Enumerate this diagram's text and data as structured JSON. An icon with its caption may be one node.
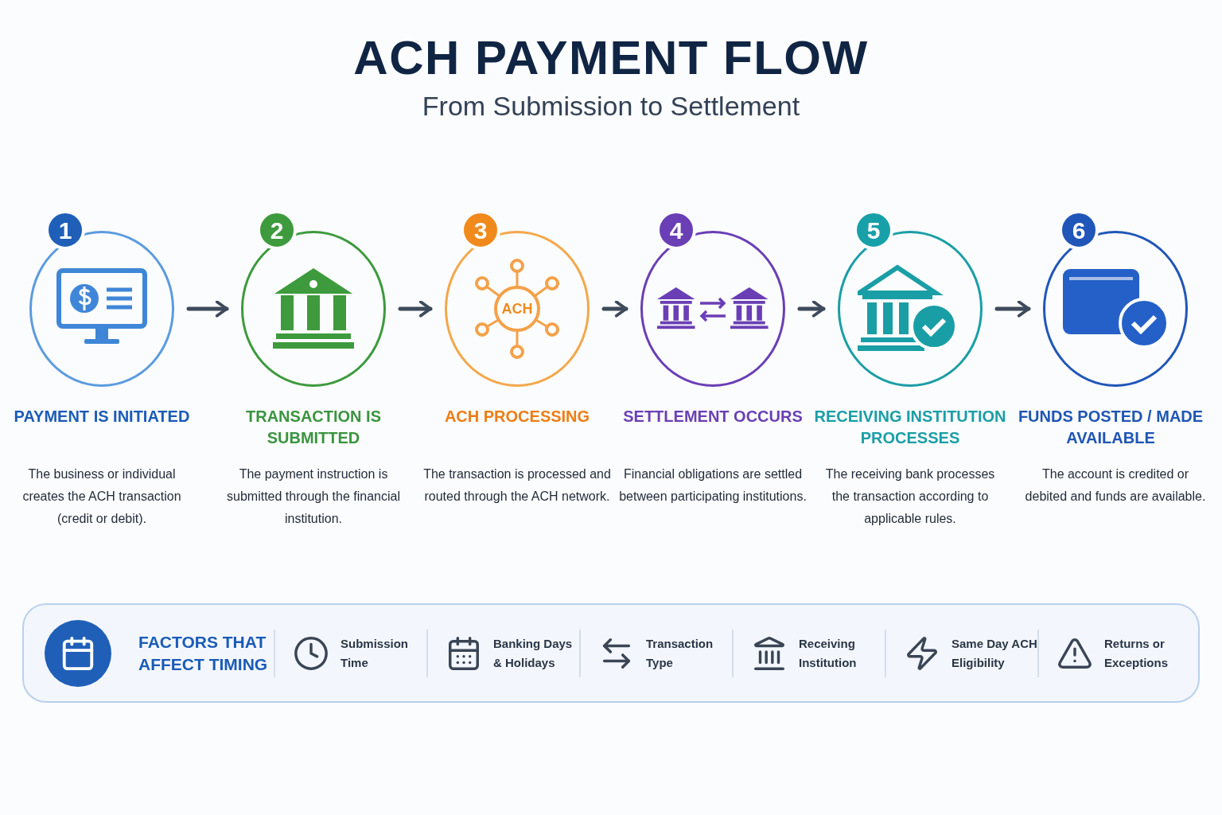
{
  "diagram": {
    "title": "ACH PAYMENT FLOW",
    "caption": "From Submission to Settlement",
    "nodes": [
      {
        "text": [
          "1",
          "PAYMENT IS INITIATED",
          "The business or individual creates the ACH transaction (credit or debit)."
        ]
      },
      {
        "text": [
          "2",
          "TRANSACTION IS SUBMITTED",
          "The payment instruction is submitted through the financial institution."
        ]
      },
      {
        "text": [
          "3",
          "ACH PROCESSING",
          "The transaction is processed and routed through the ACH network."
        ]
      },
      {
        "text": [
          "4",
          "SETTLEMENT OCCURS",
          "Financial obligations are settled between participating institutions."
        ]
      },
      {
        "text": [
          "5",
          "RECEIVING INSTITUTION PROCESSES",
          "The receiving bank processes the transaction according to applicable rules."
        ]
      },
      {
        "text": [
          "6",
          "FUNDS POSTED / MADE AVAILABLE",
          "The account is credited or debited and funds are available."
        ]
      },
      {
        "text": [
          "FACTORS THAT AFFECT TIMING"
        ]
      }
    ],
    "edges": [
      {
        "from": 0,
        "to": 1,
        "arrow": "to"
      },
      {
        "from": 1,
        "to": 2,
        "arrow": "to"
      },
      {
        "from": 2,
        "to": 3,
        "arrow": "to"
      },
      {
        "from": 3,
        "to": 4,
        "arrow": "to"
      },
      {
        "from": 4,
        "to": 5,
        "arrow": "to"
      }
    ],
    "labels": [
      "ACH",
      "Submission Time",
      "Banking Days & Holidays",
      "Transaction Type",
      "Receiving Institution",
      "Same Day ACH Eligibility",
      "Returns or Exceptions"
    ]
  }
}
